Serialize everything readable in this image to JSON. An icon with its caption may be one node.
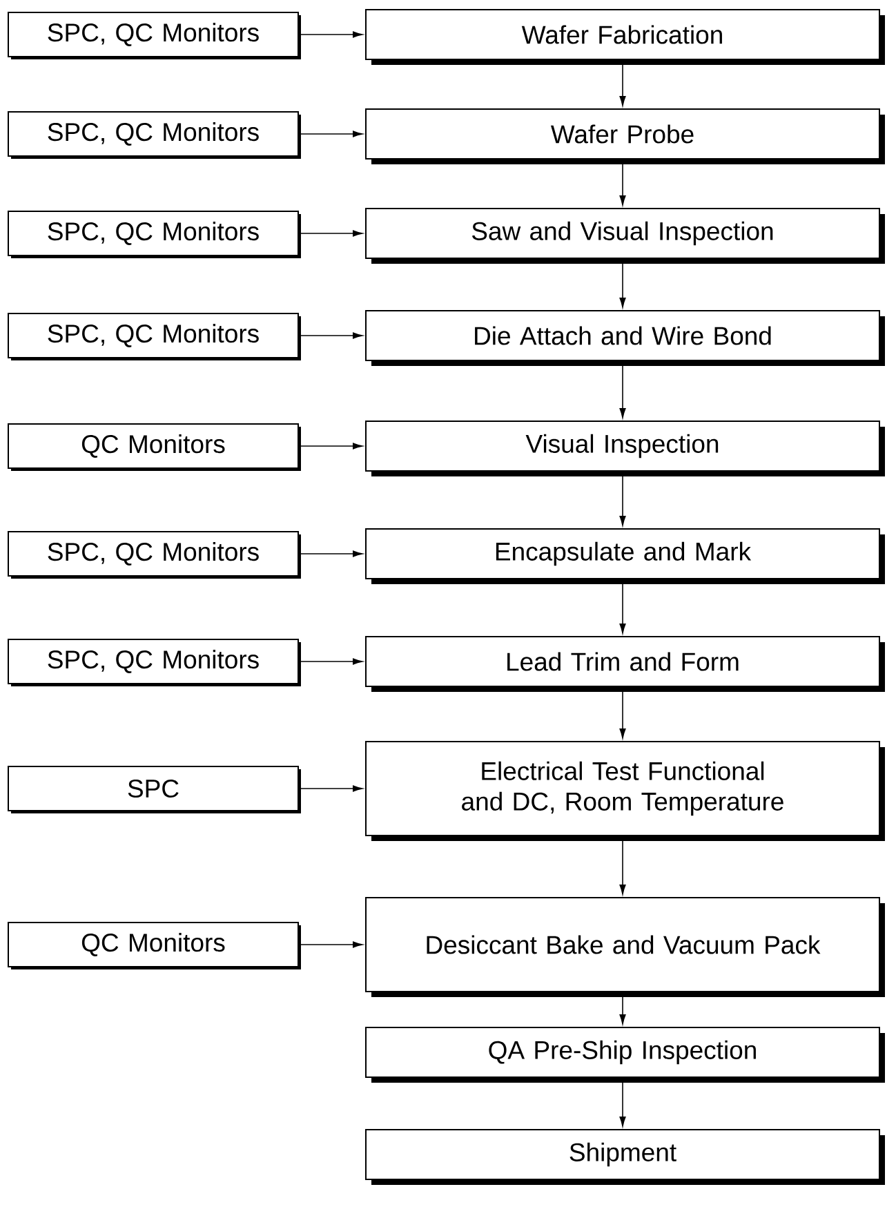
{
  "diagram": {
    "nodes": [
      {
        "text": [
          "SPC, QC Monitors"
        ]
      },
      {
        "text": [
          "Wafer Fabrication"
        ]
      },
      {
        "text": [
          "SPC, QC Monitors"
        ]
      },
      {
        "text": [
          "Wafer Probe"
        ]
      },
      {
        "text": [
          "SPC, QC Monitors"
        ]
      },
      {
        "text": [
          "Saw and Visual Inspection"
        ]
      },
      {
        "text": [
          "SPC, QC Monitors"
        ]
      },
      {
        "text": [
          "Die Attach and Wire Bond"
        ]
      },
      {
        "text": [
          "QC Monitors"
        ]
      },
      {
        "text": [
          "Visual Inspection"
        ]
      },
      {
        "text": [
          "SPC, QC Monitors"
        ]
      },
      {
        "text": [
          "Encapsulate and Mark"
        ]
      },
      {
        "text": [
          "SPC, QC Monitors"
        ]
      },
      {
        "text": [
          "Lead Trim and Form"
        ]
      },
      {
        "text": [
          "SPC"
        ]
      },
      {
        "text": [
          "Electrical Test Functional and DC, Room Temperature"
        ]
      },
      {
        "text": [
          "QC Monitors"
        ]
      },
      {
        "text": [
          "Desiccant Bake and Vacuum Pack"
        ]
      },
      {
        "text": [
          "QA Pre-Ship Inspection"
        ]
      },
      {
        "text": [
          "Shipment"
        ]
      }
    ],
    "edges": [
      {
        "from": 0,
        "to": 1,
        "arrow": "to"
      },
      {
        "from": 1,
        "to": 3,
        "arrow": "to"
      },
      {
        "from": 2,
        "to": 3,
        "arrow": "to"
      },
      {
        "from": 3,
        "to": 5,
        "arrow": "to"
      },
      {
        "from": 4,
        "to": 5,
        "arrow": "to"
      },
      {
        "from": 5,
        "to": 7,
        "arrow": "to"
      },
      {
        "from": 6,
        "to": 7,
        "arrow": "to"
      },
      {
        "from": 7,
        "to": 9,
        "arrow": "to"
      },
      {
        "from": 8,
        "to": 9,
        "arrow": "to"
      },
      {
        "from": 9,
        "to": 11,
        "arrow": "to"
      },
      {
        "from": 10,
        "to": 11,
        "arrow": "to"
      },
      {
        "from": 11,
        "to": 13,
        "arrow": "to"
      },
      {
        "from": 12,
        "to": 13,
        "arrow": "to"
      },
      {
        "from": 13,
        "to": 15,
        "arrow": "to"
      },
      {
        "from": 14,
        "to": 15,
        "arrow": "to"
      },
      {
        "from": 15,
        "to": 17,
        "arrow": "to"
      },
      {
        "from": 16,
        "to": 17,
        "arrow": "to"
      },
      {
        "from": 17,
        "to": 18,
        "arrow": "to"
      },
      {
        "from": 18,
        "to": 19,
        "arrow": "to"
      }
    ]
  }
}
